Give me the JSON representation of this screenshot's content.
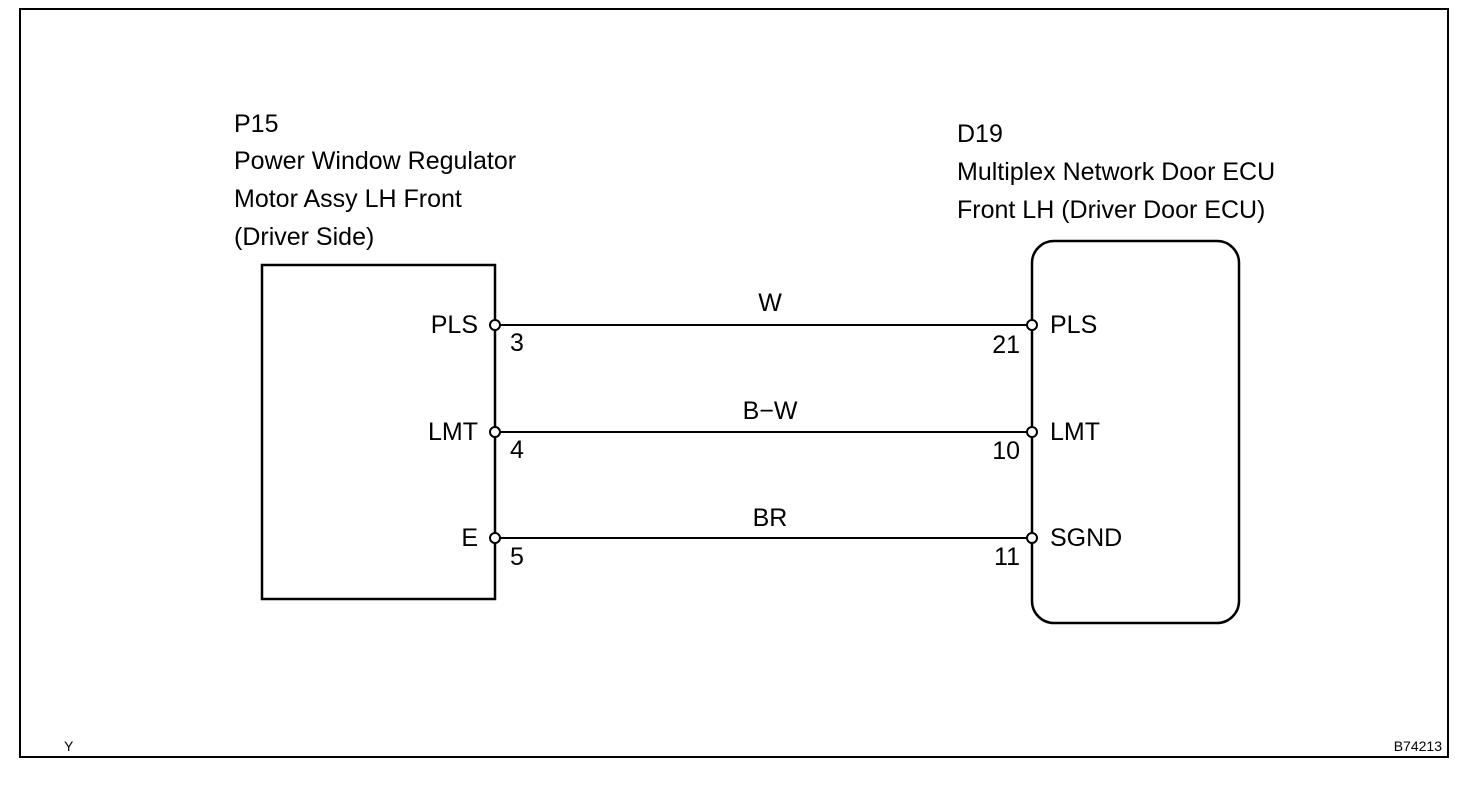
{
  "left_component": {
    "code": "P15",
    "name_lines": [
      "Power Window Regulator",
      "Motor Assy LH Front",
      "(Driver Side)"
    ]
  },
  "right_component": {
    "code": "D19",
    "name_lines": [
      "Multiplex Network Door ECU",
      "Front LH (Driver Door ECU)"
    ]
  },
  "connections": [
    {
      "left_terminal": "PLS",
      "left_pin": "3",
      "wire_color": "W",
      "right_pin": "21",
      "right_terminal": "PLS"
    },
    {
      "left_terminal": "LMT",
      "left_pin": "4",
      "wire_color": "B−W",
      "right_pin": "10",
      "right_terminal": "LMT"
    },
    {
      "left_terminal": "E",
      "left_pin": "5",
      "wire_color": "BR",
      "right_pin": "11",
      "right_terminal": "SGND"
    }
  ],
  "footer": {
    "left_mark": "Y",
    "figure_id": "B74213"
  }
}
